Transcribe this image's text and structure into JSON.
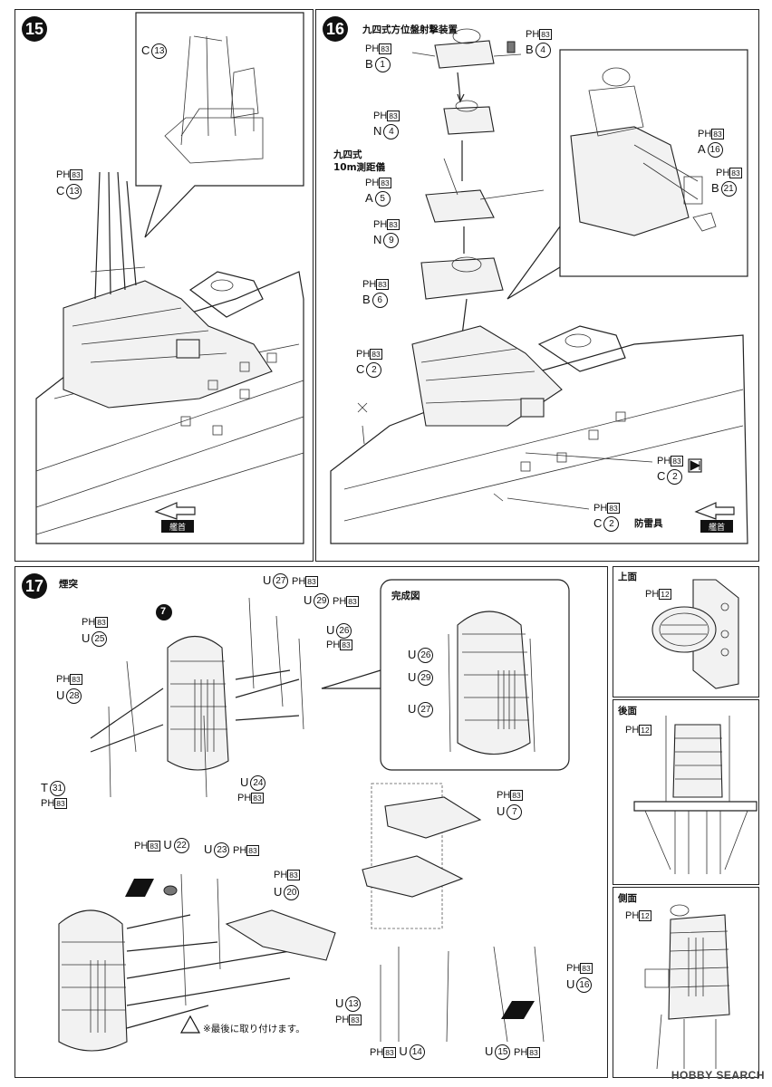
{
  "steps": {
    "s15": {
      "number": "15"
    },
    "s16": {
      "number": "16"
    },
    "s17": {
      "number": "17"
    }
  },
  "s15": {
    "callout_part": "C",
    "callout_num": "13",
    "part_ph": "PH",
    "part_ph_box": "83",
    "part_letter": "C",
    "part_num": "13",
    "bow_label": "艦首"
  },
  "s16": {
    "title_director": "九四式方位盤射撃装置",
    "title_rangefinder_1": "九四式",
    "title_rangefinder_2": "10m測距儀",
    "ph": "PH",
    "ph_box": "83",
    "parts": [
      {
        "letter": "B",
        "num": "1"
      },
      {
        "letter": "B",
        "num": "4"
      },
      {
        "letter": "N",
        "num": "4"
      },
      {
        "letter": "A",
        "num": "5"
      },
      {
        "letter": "N",
        "num": "9"
      },
      {
        "letter": "B",
        "num": "6"
      },
      {
        "letter": "C",
        "num": "2"
      },
      {
        "letter": "A",
        "num": "16"
      },
      {
        "letter": "B",
        "num": "21"
      },
      {
        "letter": "C",
        "num": "2"
      },
      {
        "letter": "C",
        "num": "2"
      }
    ],
    "bow_label": "艦首",
    "torpedo_label": "防雷具"
  },
  "s17": {
    "title": "煙突",
    "marker": "7",
    "completed_label": "完成図",
    "ph": "PH",
    "ph_box": "83",
    "parts_top": [
      {
        "letter": "U",
        "num": "27"
      },
      {
        "letter": "U",
        "num": "29"
      },
      {
        "letter": "U",
        "num": "26"
      },
      {
        "letter": "U",
        "num": "25"
      },
      {
        "letter": "U",
        "num": "28"
      },
      {
        "letter": "T",
        "num": "31"
      },
      {
        "letter": "U",
        "num": "24"
      }
    ],
    "completed_parts": [
      {
        "letter": "U",
        "num": "26"
      },
      {
        "letter": "U",
        "num": "29"
      },
      {
        "letter": "U",
        "num": "27"
      }
    ],
    "parts_bottom": [
      {
        "letter": "U",
        "num": "22"
      },
      {
        "letter": "U",
        "num": "23"
      },
      {
        "letter": "U",
        "num": "20"
      },
      {
        "letter": "U",
        "num": "7"
      },
      {
        "letter": "U",
        "num": "13"
      },
      {
        "letter": "U",
        "num": "14"
      },
      {
        "letter": "U",
        "num": "15"
      },
      {
        "letter": "U",
        "num": "16"
      }
    ],
    "warning": "※最後に取り付けます。"
  },
  "side_views": {
    "top_label": "上面",
    "rear_label": "後面",
    "side_label": "側面",
    "ph": "PH",
    "ph_box": "12"
  },
  "watermark": "HOBBY SEARCH"
}
